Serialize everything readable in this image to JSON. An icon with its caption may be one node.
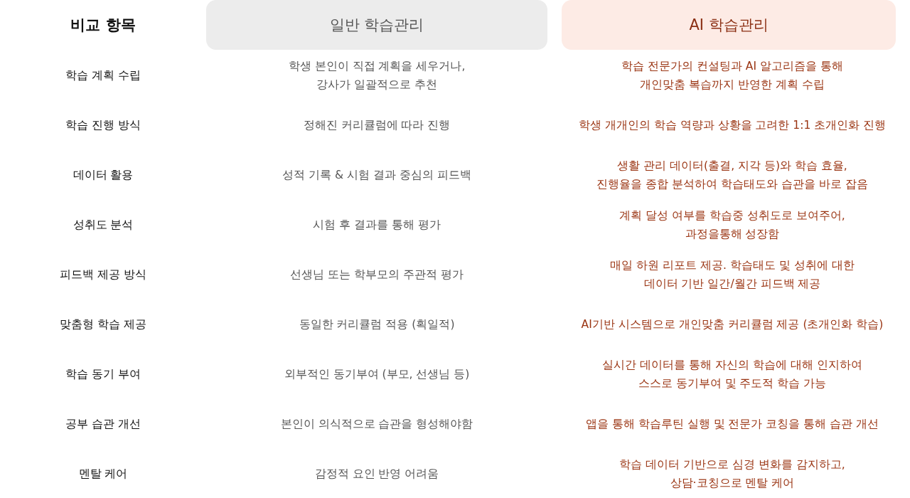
{
  "diagram": {
    "nodes": [
      {
        "text": [
          "일반 학습관리"
        ]
      },
      {
        "text": [
          "AI 학습관리"
        ]
      }
    ],
    "labels": [
      "비교 항목",
      "학습 계획 수립",
      "학생 본인이 직접 계획을 세우거나, 강사가 일괄적으로 추천",
      "학습 전문가의 컨설팅과 AI 알고리즘을 통해 개인맞춤 복습까지 반영한 계획 수립",
      "학습 진행 방식",
      "정해진 커리큘럼에 따라 진행",
      "학생 개개인의 학습 역량과 상황을 고려한 1:1 초개인화 진행",
      "데이터 활용",
      "성적 기록 & 시험 결과 중심의 피드백",
      "생활 관리 데이터(출결, 지각 등)와 학습 효율, 진행율을 종합 분석하여 학습태도와 습관을 바로 잡음",
      "성취도 분석",
      "시험 후 결과를 통해 평가",
      "계획 달성 여부를 학습중 성취도로 보여주어, 과정을통해 성장함",
      "피드백 제공 방식",
      "선생님 또는 학부모의 주관적 평가",
      "매일 하원 리포트 제공. 학습태도 및 성취에 대한 데이터 기반 일간/월간 피드백 제공",
      "맞춤형 학습 제공",
      "동일한 커리큘럼 적용 (획일적)",
      "AI기반 시스템으로 개인맞춤 커리큘럼 제공 (초개인화 학습)",
      "학습 동기 부여",
      "외부적인 동기부여 (부모, 선생님 등)",
      "실시간 데이터를 통해 자신의 학습에 대해 인지하여 스스로 동기부여 및 주도적 학습 가능",
      "공부 습관 개선",
      "본인이 의식적으로 습관을 형성해야함",
      "앱을 통해 학습루틴 실행 및 전문가 코칭을 통해 습관 개선",
      "멘탈 케어",
      "감정적 요인 반영 어려움",
      "학습 데이터 기반으로 심경 변화를 감지하고, 상담·코칭으로 멘탈 케어"
    ]
  }
}
